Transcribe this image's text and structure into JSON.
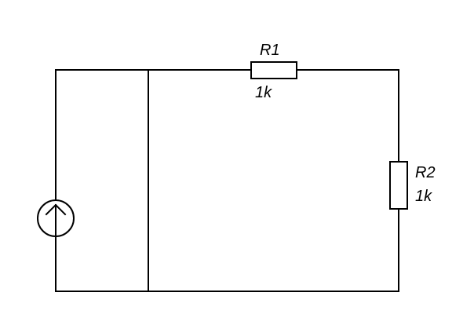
{
  "colors": {
    "background": "#ffffff",
    "line": "#000000"
  },
  "components": {
    "r1": {
      "name": "R1",
      "value": "1k"
    },
    "r2": {
      "name": "R2",
      "value": "1k"
    },
    "source": {
      "icon": "current-source-up-arrow-icon"
    }
  }
}
